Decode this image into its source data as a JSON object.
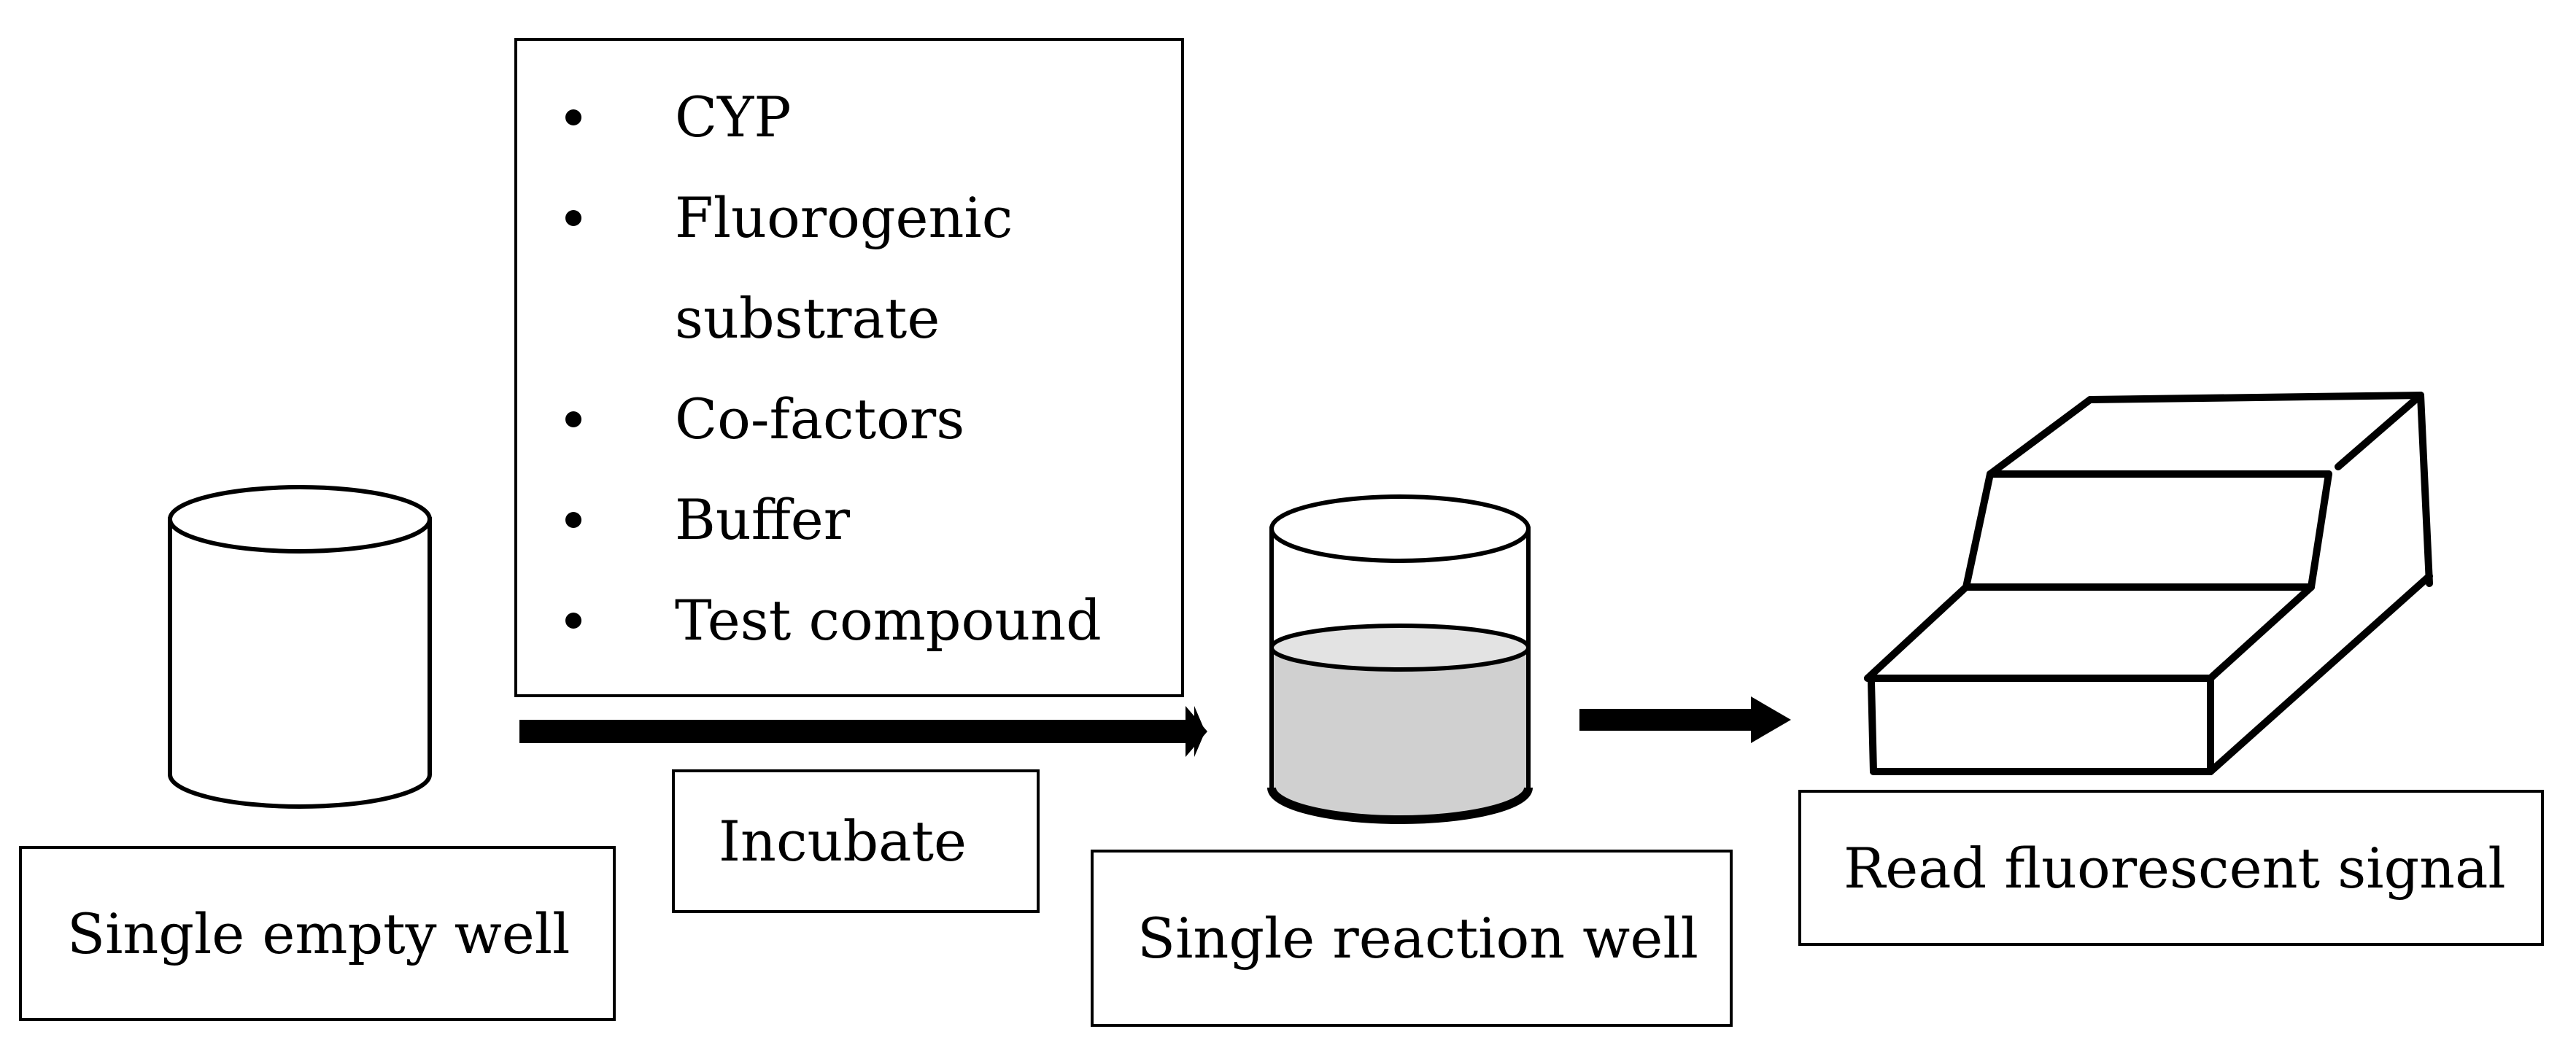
{
  "labels": {
    "empty_well": "Single empty well",
    "incubate": "Incubate",
    "reaction_well": "Single reaction well",
    "read_signal": "Read fluorescent signal"
  },
  "ingredients": [
    "CYP",
    "Fluorogenic substrate",
    "Co-factors",
    "Buffer",
    "Test compound"
  ],
  "colors": {
    "stroke": "#000000",
    "liquid": "#d0d0d0",
    "liquid_surface": "#e3e3e3"
  },
  "icons": {
    "empty_well": "cylinder-icon",
    "reaction_well": "filled-cylinder-icon",
    "reader": "plate-reader-icon"
  }
}
